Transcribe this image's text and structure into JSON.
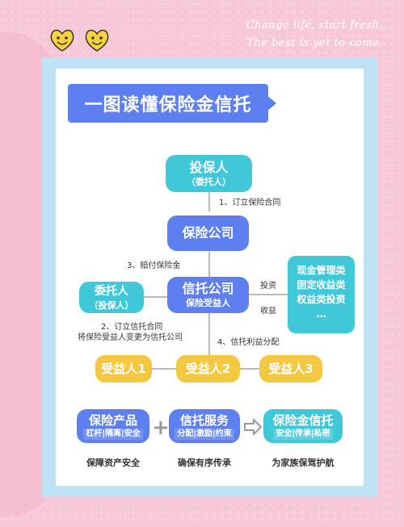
{
  "slogan": {
    "line1": "Change life, start fresh.",
    "line2": "The best is yet to come."
  },
  "title": "一图读懂保险金信托",
  "nodes": {
    "policyholder": {
      "main": "投保人",
      "sub": "（委托人）"
    },
    "insurer": {
      "main": "保险公司"
    },
    "trustco": {
      "main": "信托公司",
      "sub": "保险受益人"
    },
    "settlor": {
      "main": "委托人",
      "sub": "（投保人）"
    },
    "ben1": "受益人1",
    "ben2": "受益人2",
    "ben3": "受益人3"
  },
  "notes": {
    "step1": "1、订立保险合同",
    "step3": "3、赔付保险金",
    "step2a": "2、订立信托合同",
    "step2b": "将保险受益人变更为信托公司",
    "step4": "4、信托利益分配",
    "invest": "投资",
    "income": "收益"
  },
  "products": [
    "现金管理类",
    "固定收益类",
    "权益类投资",
    "…"
  ],
  "bottom": {
    "insurance": {
      "title": "保险产品",
      "sub": "杠杆|隔离|安全",
      "caption": "保障资产安全"
    },
    "trust": {
      "title": "信托服务",
      "sub": "分配|激励|约束",
      "caption": "确保有序传承"
    },
    "combo": {
      "title": "保险金信托",
      "sub": "安全|传承|私密",
      "caption": "为家族保驾护航"
    }
  },
  "colors": {
    "blue": "#5d7ff0",
    "teal": "#40c8d8",
    "yellow": "#f5c842",
    "pink": "#f7c9d8",
    "frame": "#bfe2f5"
  },
  "icons": {
    "smiley": "smiley-face-icon",
    "arrow": "outline-arrow-right-icon",
    "plus": "plus-icon"
  }
}
